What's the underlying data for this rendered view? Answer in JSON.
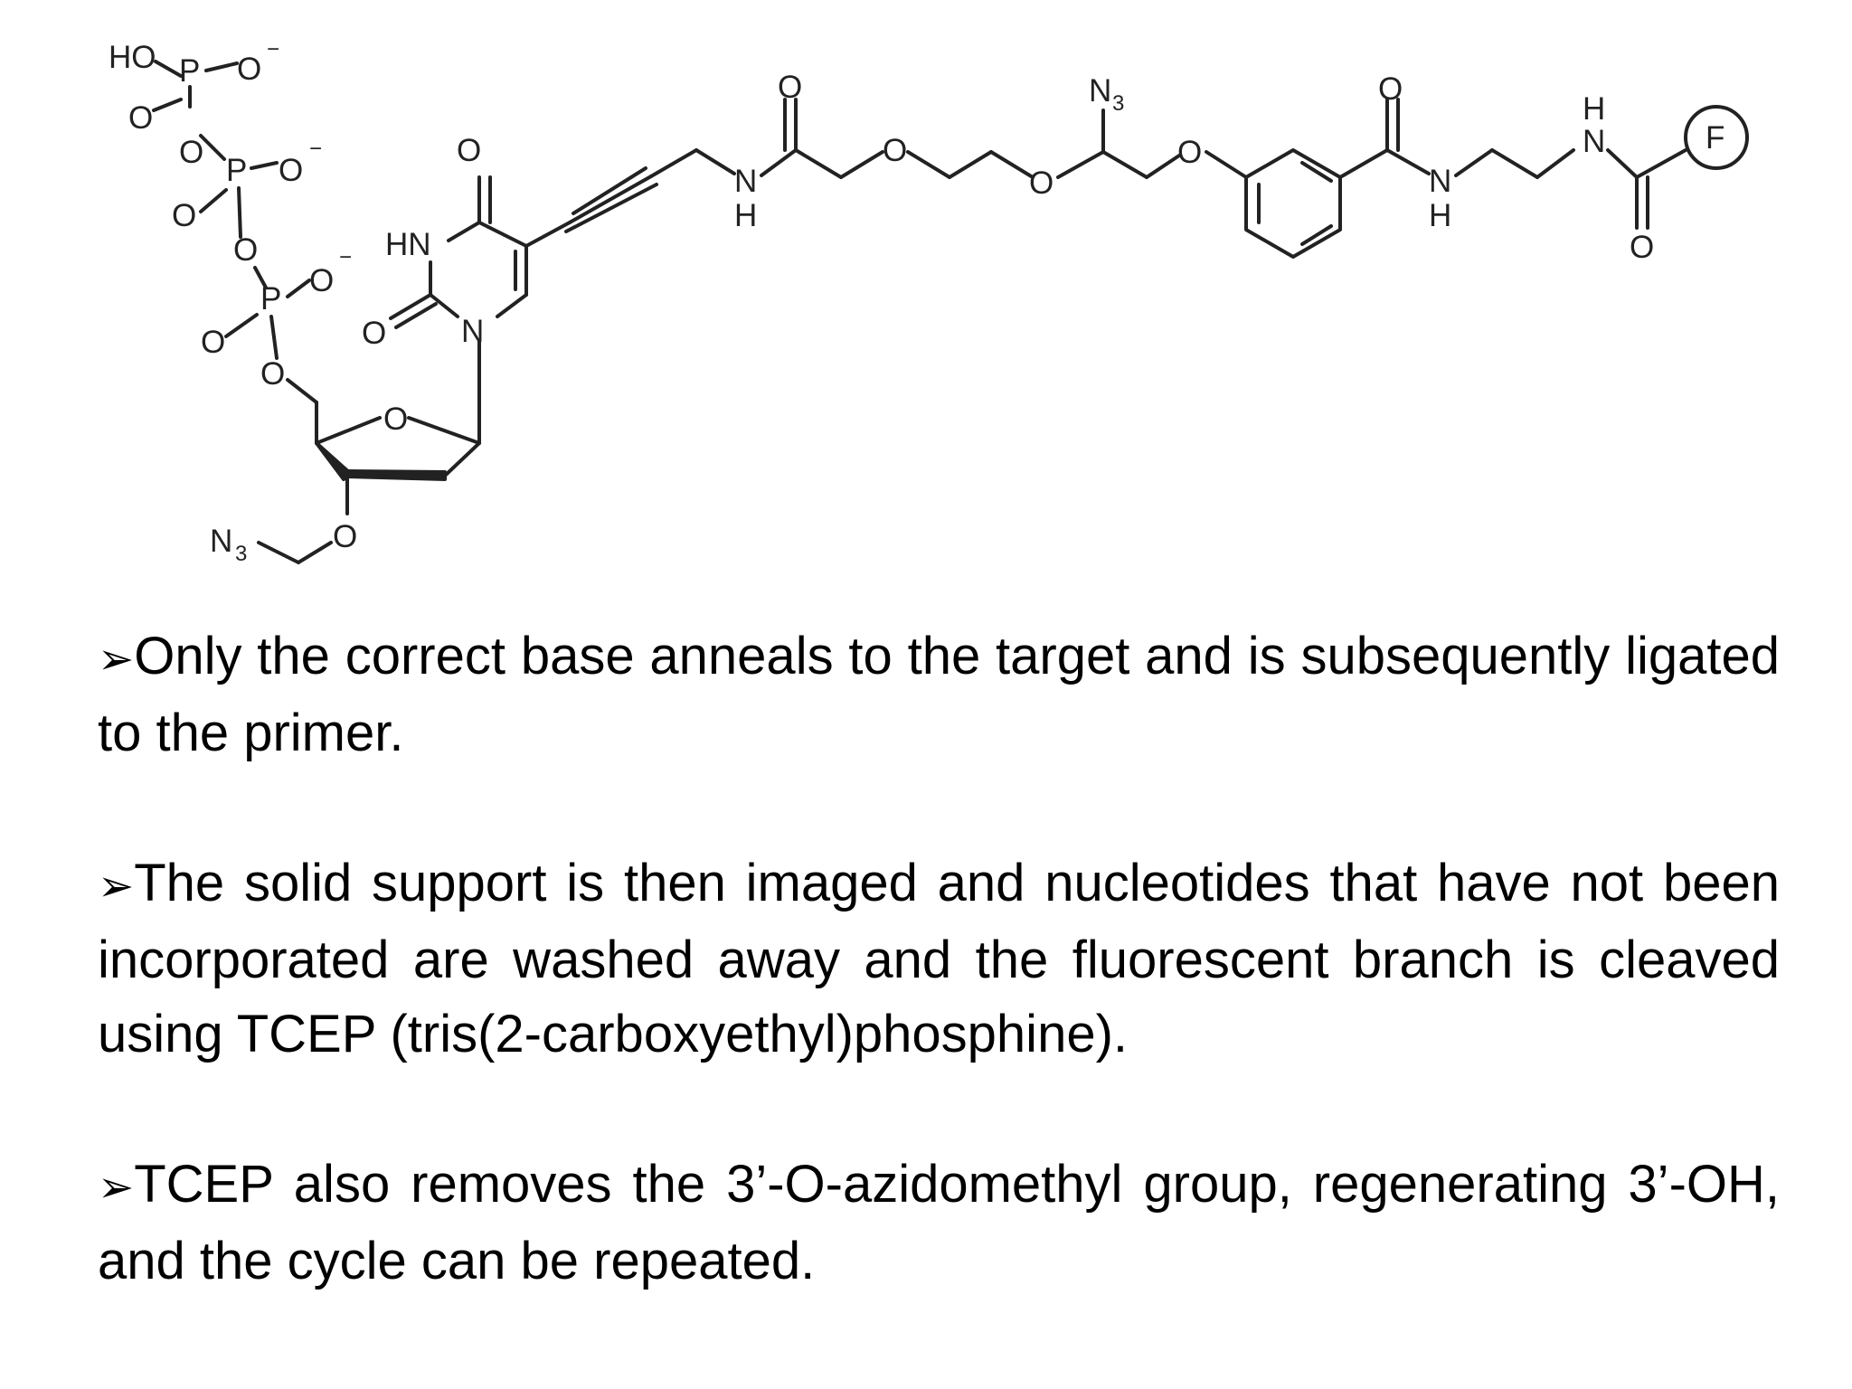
{
  "structure": {
    "atoms": {
      "HO": "HO",
      "O": "O",
      "Ominus": "−",
      "P": "P",
      "HN": "HN",
      "N": "N",
      "H": "H",
      "N3": "N",
      "three": "3",
      "F": "F"
    }
  },
  "bullets": [
    {
      "marker": "➢",
      "text": "Only the correct base anneals to the target and is subsequently ligated to the primer."
    },
    {
      "marker": "➢",
      "text": "The solid support is then imaged and nucleotides that have not been incorporated are washed away and the fluorescent branch is cleaved using TCEP (tris(2-carboxyethyl)phosphine)."
    },
    {
      "marker": "➢",
      "text": "TCEP also removes the 3’-O-azidomethyl group, regenerating 3’-OH, and the cycle can be repeated."
    }
  ]
}
